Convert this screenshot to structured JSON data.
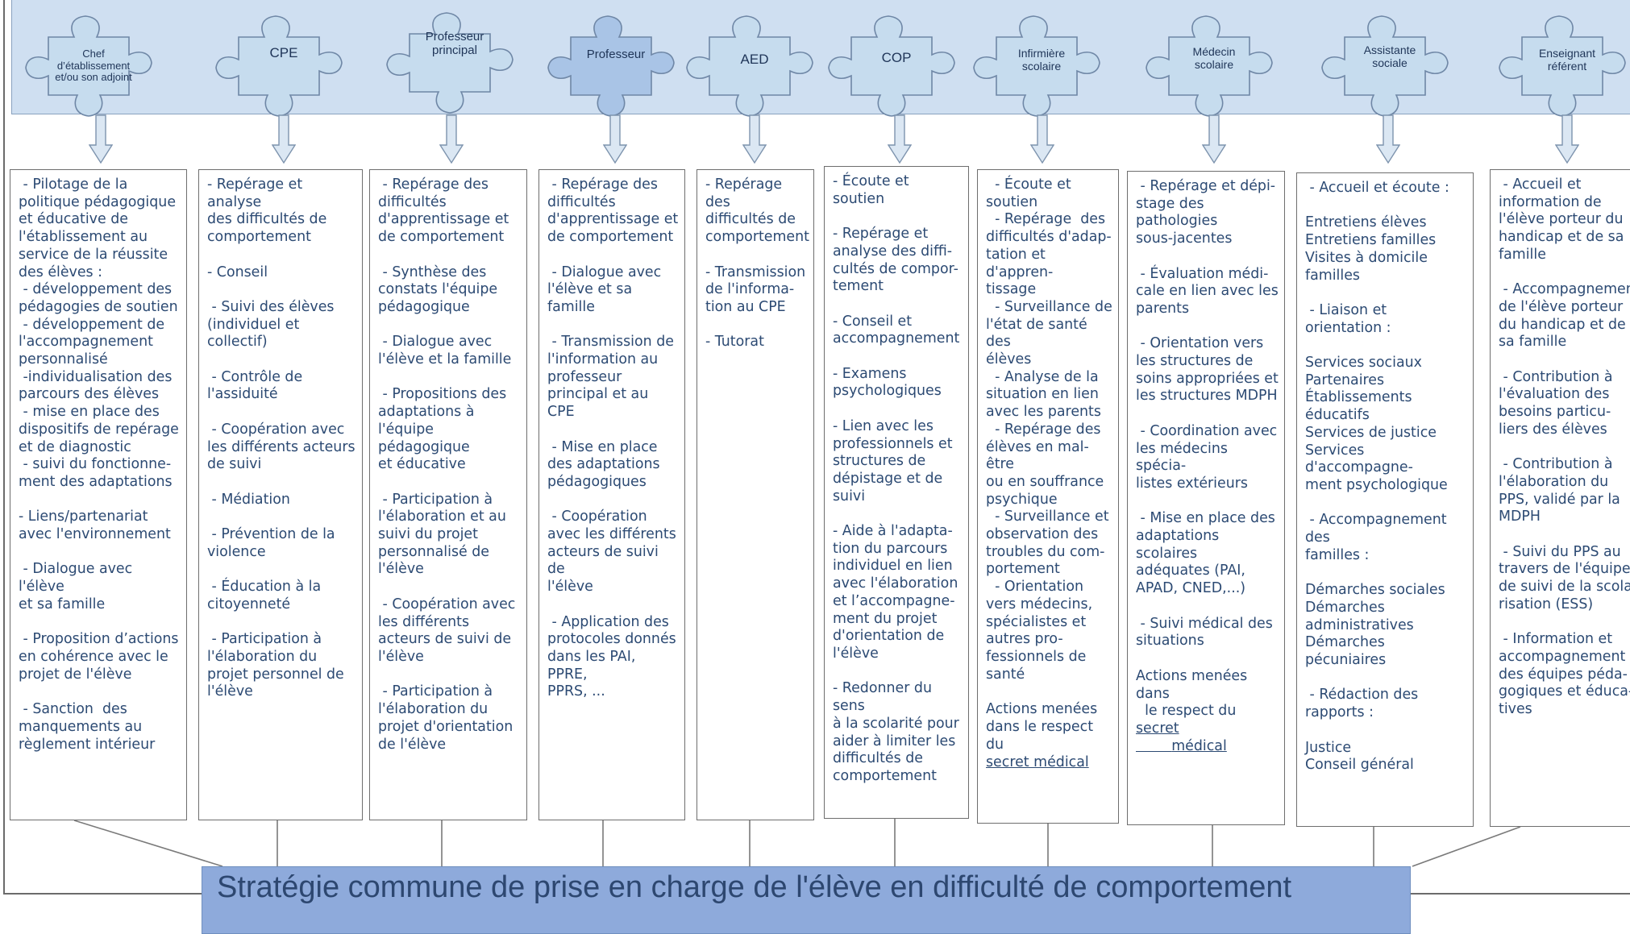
{
  "colors": {
    "band": "#cfdff1",
    "puzzle": "#c6dcee",
    "puzzle_highlight": "#a9c4e6",
    "text": "#2c4a73",
    "banner": "#8eaadb"
  },
  "actors": [
    {
      "label": "Chef\nd’établissement\net/ou son adjoint"
    },
    {
      "label": "CPE"
    },
    {
      "label": "Professeur\nprincipal"
    },
    {
      "label": "Professeur"
    },
    {
      "label": "AED"
    },
    {
      "label": "COP"
    },
    {
      "label": "Infirmière\nscolaire"
    },
    {
      "label": "Médecin\nscolaire"
    },
    {
      "label": "Assistante\nsociale"
    },
    {
      "label": "Enseignant\nréférent"
    }
  ],
  "columns": [
    {
      "text": " - Pilotage de la\npolitique pédagogique\net éducative de\nl'établissement au\nservice de la réussite\ndes élèves :\n - développement des\npédagogies de soutien\n - développement de\nl'accompagnement\npersonnalisé\n -individualisation des\nparcours des élèves\n - mise en place des\ndispositifs de repérage\net de diagnostic\n - suivi du fonctionne-\nment des adaptations\n\n- Liens/partenariat\navec l'environnement\n\n - Dialogue avec l'élève\net sa famille\n\n - Proposition d’actions\nen cohérence avec le\nprojet de l'élève\n\n - Sanction  des\nmanquements au\nrèglement intérieur"
    },
    {
      "text": "- Repérage et analyse\ndes difficultés de\ncomportement\n\n- Conseil\n\n - Suivi des élèves\n(individuel et\ncollectif)\n\n - Contrôle de\nl'assiduité\n\n - Coopération avec\nles différents acteurs\nde suivi\n\n - Médiation\n\n - Prévention de la\nviolence\n\n - Éducation à la\ncitoyenneté\n\n - Participation à\nl'élaboration du\nprojet personnel de\nl'élève"
    },
    {
      "text": " - Repérage des\ndifficultés\nd'apprentissage et\nde comportement\n\n - Synthèse des\nconstats l'équipe\npédagogique\n\n - Dialogue avec\nl'élève et la famille\n\n - Propositions des\nadaptations à\nl'équipe pédagogique\net éducative\n\n - Participation à\nl'élaboration et au\nsuivi du projet\npersonnalisé de\nl'élève\n\n - Coopération avec\nles différents\nacteurs de suivi de\nl'élève\n\n - Participation à\nl'élaboration du\nprojet d'orientation\nde l'élève"
    },
    {
      "text": " - Repérage des\ndifficultés\nd'apprentissage et\nde comportement\n\n - Dialogue avec\nl'élève et sa\nfamille\n\n - Transmission de\nl'information au\nprofesseur\nprincipal et au CPE\n\n - Mise en place\ndes adaptations\npédagogiques\n\n - Coopération\navec les différents\nacteurs de suivi de\nl'élève\n\n - Application des\nprotocoles donnés\ndans les PAI, PPRE,\nPPRS, ..."
    },
    {
      "text": "- Repérage des\ndifficultés de\ncomportement\n\n- Transmission\nde l'informa-\ntion au CPE\n\n- Tutorat"
    },
    {
      "text": "- Écoute et soutien\n\n- Repérage et\nanalyse des diffi-\ncultés de compor-\ntement\n\n- Conseil et\naccompagnement\n\n- Examens\npsychologiques\n\n- Lien avec les\nprofessionnels et\nstructures de\ndépistage et de\nsuivi\n\n- Aide à l'adapta-\ntion du parcours\nindividuel en lien\navec l'élaboration\net l’accompagne-\nment du projet\nd'orientation de\nl'élève\n\n- Redonner du sens\nà la scolarité pour\naider à limiter les\ndifficultés de\ncomportement"
    },
    {
      "text": "  - Écoute et\nsoutien\n  - Repérage  des\ndifficultés d'adap-\ntation et d'appren-\ntissage\n  - Surveillance de\nl'état de santé des\nélèves\n  - Analyse de la\nsituation en lien\navec les parents\n  - Repérage des\nélèves en mal-être\nou en souffrance\npsychique\n  - Surveillance et\nobservation des\ntroubles du com-\nportement\n  - Orientation\nvers médecins,\nspécialistes et\nautres pro-\nfessionnels de\nsanté",
      "note_text": "Actions menées\ndans le respect du\n",
      "note_link": "secret médical"
    },
    {
      "text": " - Repérage et dépi-\nstage des pathologies\nsous-jacentes\n\n - Évaluation médi-\ncale en lien avec les\nparents\n\n - Orientation vers\nles structures de\nsoins appropriées et\nles structures MDPH\n\n - Coordination avec\nles médecins spécia-\nlistes extérieurs\n\n - Mise en place des\nadaptations scolaires\nadéquates (PAI,\nAPAD, CNED,...)\n\n - Suivi médical des\nsituations",
      "note_text": "Actions menées dans\n  le respect du ",
      "note_link": "secret\n        médical"
    },
    {
      "text": " - Accueil et écoute :\n\nEntretiens élèves\nEntretiens familles\nVisites à domicile\nfamilles\n\n - Liaison et\norientation :\n\nServices sociaux\nPartenaires\nÉtablissements éducatifs\nServices de justice\nServices d'accompagne-\nment psychologique\n\n - Accompagnement des\nfamilles :\n\nDémarches sociales\nDémarches\nadministratives\nDémarches pécuniaires\n\n - Rédaction des\nrapports :\n\nJustice\nConseil général"
    },
    {
      "text": " - Accueil et\ninformation de\nl'élève porteur du\nhandicap et de sa\nfamille\n\n - Accompagnement\nde l'élève porteur\ndu handicap et de\nsa famille\n\n - Contribution à\nl'évaluation des\nbesoins particu-\nliers des élèves\n\n - Contribution à\nl'élaboration du\nPPS, validé par la\nMDPH\n\n - Suivi du PPS au\ntravers de l'équipe\nde suivi de la scola-\nrisation (ESS)\n\n - Information et\naccompagnement\ndes équipes péda-\ngogiques et éduca-\ntives"
    }
  ],
  "banner": {
    "text": "Stratégie commune de prise en charge de l'élève en difficulté de comportement"
  }
}
